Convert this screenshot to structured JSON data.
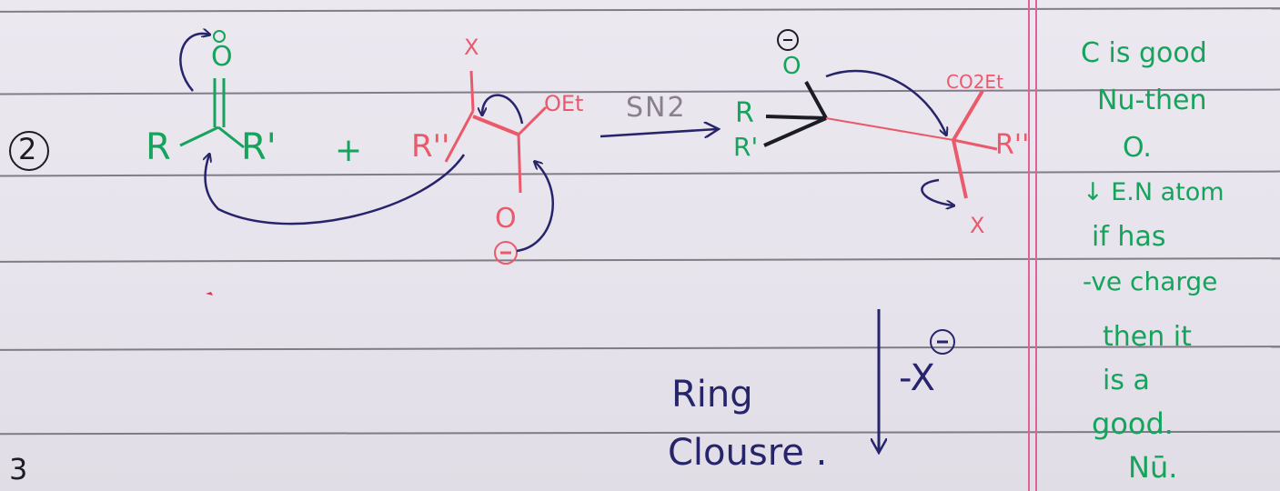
{
  "note": {
    "problem_number": "2",
    "next_problem_number": "3",
    "reactant1": {
      "oxygen": "O",
      "r_left": "R",
      "r_right": "R'"
    },
    "plus": "+",
    "reactant2": {
      "leaving_group": "X",
      "substituent": "R''",
      "ester": "OEt",
      "oxygen": "O"
    },
    "arrow_label": "SN2",
    "product": {
      "oxygen": "O",
      "r_top": "R",
      "r_bottom": "R'",
      "ester": "CO2Et",
      "substituent": "R''",
      "leaving_group": "X"
    },
    "step": {
      "loss": "-X",
      "label_line1": "Ring",
      "label_line2": "Clousre ."
    },
    "side_note": [
      "C is good",
      "Nu-then",
      "O.",
      "↓ E.N atom",
      "if has",
      "-ve charge",
      "then it",
      "is a",
      "good.",
      "Nū."
    ]
  },
  "colors": {
    "green_ink": "#16a35c",
    "pink_ink": "#ea5a6b",
    "navy_ink": "#26246a",
    "black_ink": "#1c1c24",
    "margin": "#e0609a",
    "paper": "#e9e5ee"
  }
}
